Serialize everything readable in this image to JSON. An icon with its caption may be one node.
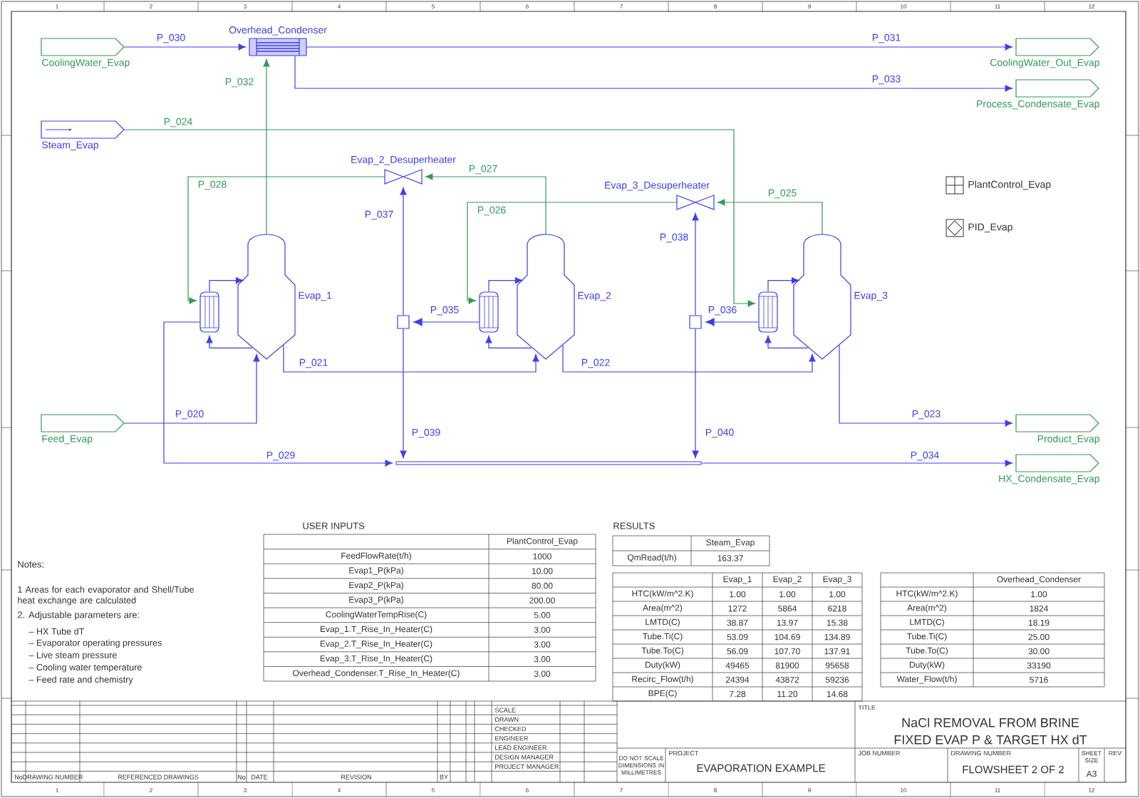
{
  "diagram": {
    "nodes": [
      {
        "text": [
          "CoolingWater_Evap"
        ]
      },
      {
        "text": [
          "Overhead_Condenser"
        ]
      },
      {
        "text": [
          "CoolingWater_Out_Evap"
        ]
      },
      {
        "text": [
          "Process_Condensate_Evap"
        ]
      },
      {
        "text": [
          "Steam_Evap"
        ]
      },
      {
        "text": [
          "Evap_2_Desuperheater"
        ]
      },
      {
        "text": [
          "Evap_3_Desuperheater"
        ]
      },
      {
        "text": [
          "Evap_1"
        ]
      },
      {
        "text": [],
        "shape": "cylinder"
      },
      {
        "text": [
          "Evap_2"
        ]
      },
      {
        "text": [],
        "shape": "cylinder"
      },
      {
        "text": [
          "Evap_3"
        ]
      },
      {
        "text": [],
        "shape": "cylinder"
      },
      {
        "text": [
          "Feed_Evap"
        ]
      },
      {
        "text": [
          "Product_Evap"
        ]
      },
      {
        "text": [
          "HX_Condensate_Evap"
        ]
      },
      {
        "text": [],
        "shape": "box"
      },
      {
        "text": [],
        "shape": "box"
      },
      {
        "text": [
          "PlantControl_Evap"
        ]
      },
      {
        "text": [
          "PID_Evap"
        ]
      },
      {
        "text": [],
        "shape": "bar"
      }
    ],
    "edges": [
      {
        "from": 0,
        "to": 1,
        "arrow": "to",
        "label": "P_030"
      },
      {
        "from": 1,
        "to": 2,
        "arrow": "to",
        "label": "P_031"
      },
      {
        "from": 1,
        "to": 3,
        "arrow": "to",
        "label": "P_033"
      },
      {
        "from": 7,
        "to": 1,
        "arrow": "to",
        "label": "P_032",
        "color": "#2e9a55"
      },
      {
        "from": 4,
        "to": 12,
        "arrow": "to",
        "label": "P_024",
        "color": "#2e9a55"
      },
      {
        "from": 5,
        "to": 8,
        "arrow": "to",
        "label": "P_028",
        "color": "#2e9a55"
      },
      {
        "from": 9,
        "to": 5,
        "arrow": "to",
        "label": "P_027",
        "color": "#2e9a55"
      },
      {
        "from": 6,
        "to": 10,
        "arrow": "to",
        "label": "P_026",
        "color": "#2e9a55"
      },
      {
        "from": 11,
        "to": 6,
        "arrow": "to",
        "label": "P_025",
        "color": "#2e9a55"
      },
      {
        "from": 16,
        "to": 5,
        "arrow": "to",
        "label": "P_037"
      },
      {
        "from": 17,
        "to": 6,
        "arrow": "to",
        "label": "P_038"
      },
      {
        "from": 10,
        "to": 16,
        "arrow": "to",
        "label": "P_035"
      },
      {
        "from": 12,
        "to": 17,
        "arrow": "to",
        "label": "P_036"
      },
      {
        "from": 16,
        "to": 20,
        "arrow": "to",
        "label": "P_039"
      },
      {
        "from": 17,
        "to": 20,
        "arrow": "to",
        "label": "P_040"
      },
      {
        "from": 8,
        "to": 20,
        "arrow": "to",
        "label": "P_029"
      },
      {
        "from": 20,
        "to": 15,
        "arrow": "to",
        "label": "P_034"
      },
      {
        "from": 13,
        "to": 7,
        "arrow": "to",
        "label": "P_020"
      },
      {
        "from": 7,
        "to": 9,
        "arrow": "to",
        "label": "P_021"
      },
      {
        "from": 9,
        "to": 11,
        "arrow": "to",
        "label": "P_022"
      },
      {
        "from": 11,
        "to": 14,
        "arrow": "to",
        "label": "P_023"
      },
      {
        "from": 7,
        "to": 8,
        "arrow": "to"
      },
      {
        "from": 8,
        "to": 7,
        "arrow": "to"
      },
      {
        "from": 9,
        "to": 10,
        "arrow": "to"
      },
      {
        "from": 10,
        "to": 9,
        "arrow": "to"
      },
      {
        "from": 11,
        "to": 12,
        "arrow": "to"
      },
      {
        "from": 12,
        "to": 11,
        "arrow": "to"
      }
    ],
    "labels": [
      "Notes:",
      "1 Areas for each evaporator and Shell/Tube heat exchange are calculated",
      "2. Adjustable parameters are:",
      "– HX Tube dT",
      "– Evaporator operating pressures",
      "– Live steam pressure",
      "– Cooling water temperature",
      "– Feed rate and chemistry",
      "USER INPUTS",
      "PlantControl_Evap",
      "FeedFlowRate(t/h)",
      "1000",
      "Evap1_P(kPa)",
      "10.00",
      "Evap2_P(kPa)",
      "80.00",
      "Evap3_P(kPa)",
      "200.00",
      "CoolingWaterTempRise(C)",
      "5.00",
      "Evap_1.T_Rise_In_Heater(C)",
      "3.00",
      "Evap_2.T_Rise_In_Heater(C)",
      "3.00",
      "Evap_3.T_Rise_In_Heater(C)",
      "3.00",
      "Overhead_Condenser.T_Rise_In_Heater(C)",
      "3.00",
      "RESULTS",
      "Steam_Evap",
      "QmRead(t/h)",
      "163.37",
      "Evap_1",
      "Evap_2",
      "Evap_3",
      "HTC(kW/m^2.K)",
      "1.00",
      "1.00",
      "1.00",
      "Area(m^2)",
      "1272",
      "5864",
      "6218",
      "LMTD(C)",
      "38.87",
      "13.97",
      "15.38",
      "Tube.Ti(C)",
      "53.09",
      "104.69",
      "134.89",
      "Tube.To(C)",
      "56.09",
      "107.70",
      "137.91",
      "Duty(kW)",
      "49465",
      "81900",
      "95658",
      "Recirc_Flow(t/h)",
      "24394",
      "43872",
      "59236",
      "BPE(C)",
      "7.28",
      "11.20",
      "14.68",
      "Overhead_Condenser",
      "HTC(kW/m^2.K)",
      "1.00",
      "Area(m^2)",
      "1824",
      "LMTD(C)",
      "18.19",
      "Tube.Ti(C)",
      "25.00",
      "Tube.To(C)",
      "30.00",
      "Duty(kW)",
      "33190",
      "Water_Flow(t/h)",
      "5716",
      "TITLE",
      "NaCl REMOVAL FROM BRINE",
      "FIXED EVAP P & TARGET HX dT",
      "DO NOT SCALE DIMENSIONS IN MILLIMETRES",
      "PROJECT",
      "EVAPORATION EXAMPLE",
      "JOB NUMBER",
      "DRAWING NUMBER",
      "FLOWSHEET 2 OF 2",
      "SHEET SIZE",
      "A3",
      "REV",
      "SCALE",
      "DRAWN",
      "CHECKED",
      "ENGINEER",
      "LEAD ENGINEER",
      "DESIGN MANAGER",
      "PROJECT MANAGER",
      "No",
      "DRAWING NUMBER",
      "REFERENCED DRAWINGS",
      "No",
      "DATE",
      "REVISION",
      "BY",
      "1",
      "2",
      "3",
      "4",
      "5",
      "6",
      "7",
      "8",
      "9",
      "10",
      "11",
      "12",
      "1",
      "2",
      "3",
      "4",
      "5",
      "6",
      "7",
      "8",
      "9",
      "10",
      "11",
      "12"
    ]
  }
}
